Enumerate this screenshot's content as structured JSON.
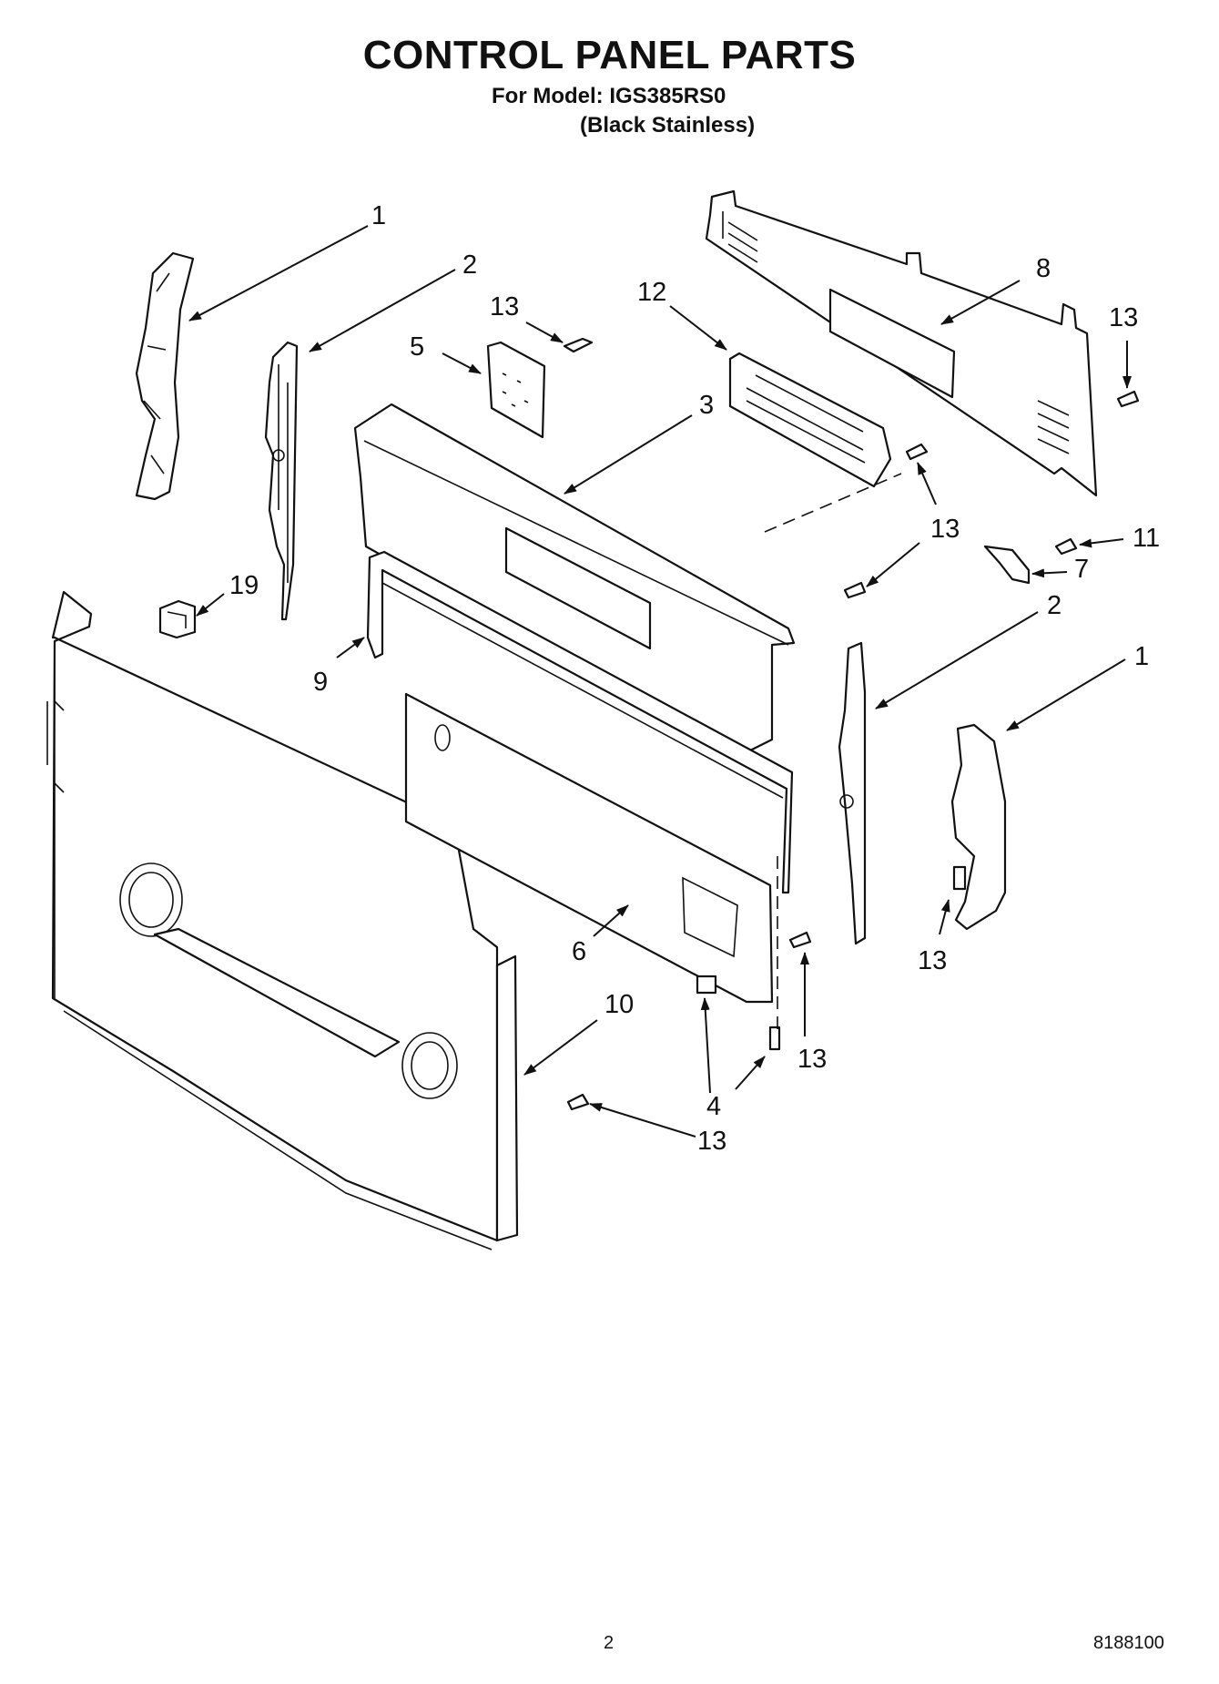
{
  "header": {
    "title": "CONTROL PANEL PARTS",
    "model_line": "For Model: IGS385RS0",
    "variant_line": "(Black Stainless)"
  },
  "callouts": {
    "c1a": "1",
    "c2a": "2",
    "c13a": "13",
    "c5": "5",
    "c12": "12",
    "c8": "8",
    "c13b": "13",
    "c3": "3",
    "c13c": "13",
    "c11": "11",
    "c7": "7",
    "c19": "19",
    "c2b": "2",
    "c1b": "1",
    "c9": "9",
    "c6": "6",
    "c13d": "13",
    "c13e": "13",
    "c10": "10",
    "c4": "4",
    "c13f": "13"
  },
  "footer": {
    "page_number": "2",
    "doc_number": "8188100"
  }
}
